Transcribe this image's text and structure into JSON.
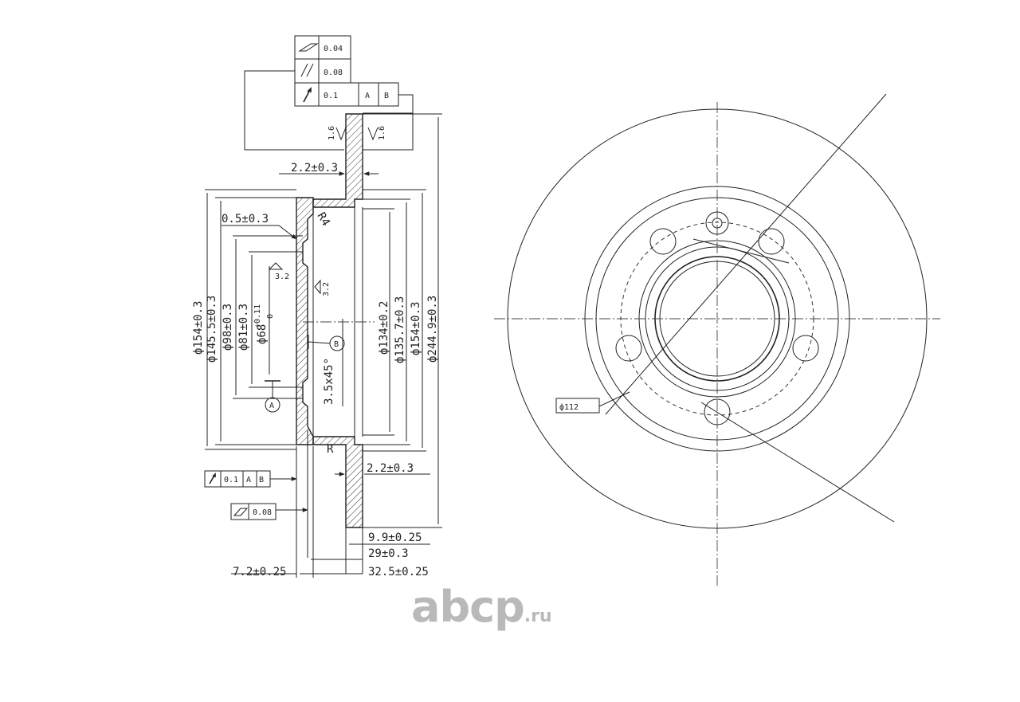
{
  "tolerance_frame": {
    "flatness": "0.04",
    "parallelism": "0.08",
    "runout": "0.1",
    "datum_a": "A",
    "datum_b": "B"
  },
  "side_view": {
    "roughness_flange_left": "1.6",
    "roughness_flange_right": "1.6",
    "roughness_hub": "3.2",
    "roughness_bore": "3.2",
    "wall_thickness_top": "2.2±0.3",
    "wall_thickness_bottom": "2.2±0.3",
    "step": "0.5±0.3",
    "fillet_top": "R4",
    "fillet_bottom": "R",
    "chamfer": "3.5x45°",
    "datum_a_label": "A",
    "datum_b_label": "B",
    "left_diameters": [
      "ф154±0.3",
      "ф145.5±0.3",
      "ф98±0.3",
      "ф81±0.3"
    ],
    "hub_bore": {
      "base": "ф68",
      "upper": "+0.11",
      "lower": "0"
    },
    "right_diameters": [
      "ф134±0.2",
      "ф135.7±0.3",
      "ф154±0.3",
      "ф244.9±0.3"
    ],
    "bottom_dims": [
      "9.9±0.25",
      "29±0.3",
      "32.5±0.25",
      "7.2±0.25"
    ]
  },
  "lower_frames": {
    "runout": "0.1",
    "datum_a": "A",
    "datum_b": "B",
    "flatness": "0.08"
  },
  "front_view": {
    "bolt_circle": "ф112"
  },
  "watermark": {
    "brand": "abcp",
    "tld": ".ru"
  }
}
